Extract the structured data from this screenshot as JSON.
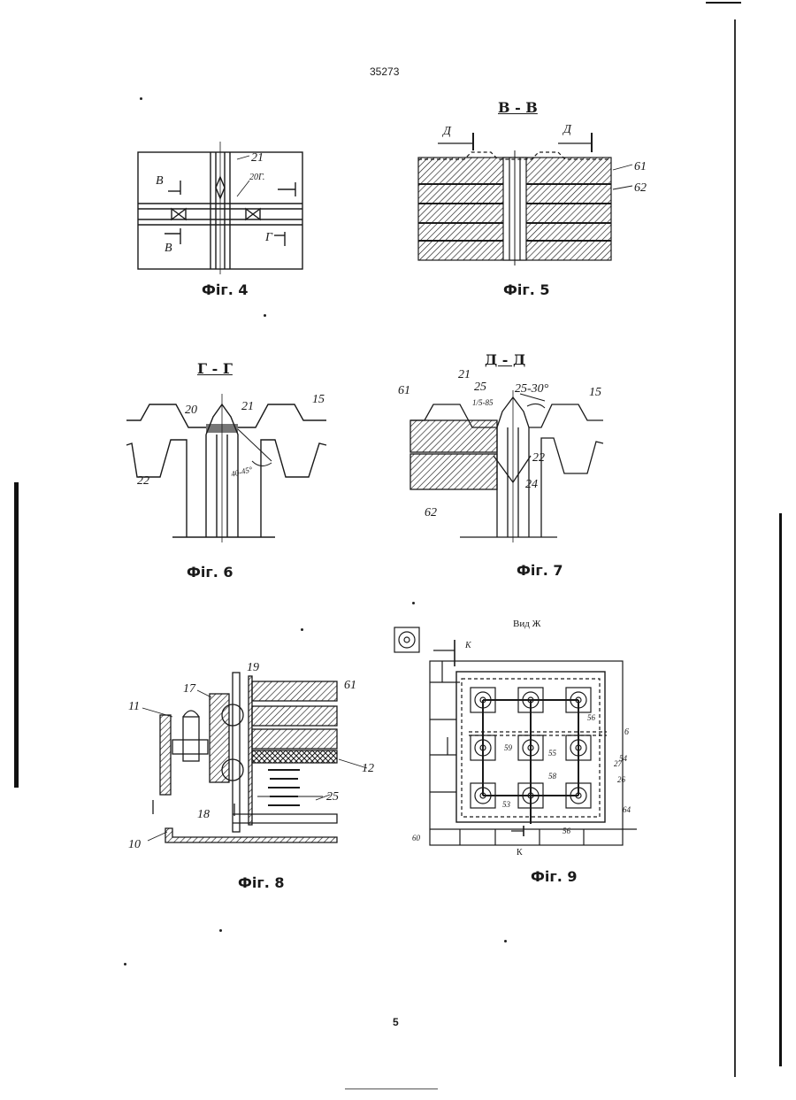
{
  "page": {
    "top_number": "35273",
    "bottom_number": "5"
  },
  "fig4": {
    "caption": "Фіг. 4",
    "labels": [
      "21",
      "20Г.",
      "В",
      "В",
      "Г"
    ]
  },
  "fig5": {
    "caption": "Фіг. 5",
    "section": "В - В",
    "labels": [
      "Д",
      "Д",
      "61",
      "62"
    ]
  },
  "fig6": {
    "caption": "Фіг. 6",
    "section": "Г - Г",
    "labels": [
      "20",
      "21",
      "15",
      "22",
      "40-45°"
    ]
  },
  "fig7": {
    "caption": "Фіг. 7",
    "section": "Д - Д",
    "labels": [
      "61",
      "21",
      "25",
      "1/5-85",
      "25-30°",
      "15",
      "22",
      "24",
      "62"
    ]
  },
  "fig8": {
    "caption": "Фіг. 8",
    "labels": [
      "19",
      "61",
      "17",
      "11",
      "12",
      "25",
      "18",
      "10"
    ]
  },
  "fig9": {
    "caption": "Фіг. 9",
    "view": "Вид Ж",
    "labels": [
      "К",
      "56",
      "6",
      "59",
      "55",
      "54",
      "58",
      "27",
      "26",
      "53",
      "64",
      "56",
      "60",
      "К"
    ]
  },
  "colors": {
    "ink": "#1a1a1a",
    "paper": "#ffffff"
  }
}
